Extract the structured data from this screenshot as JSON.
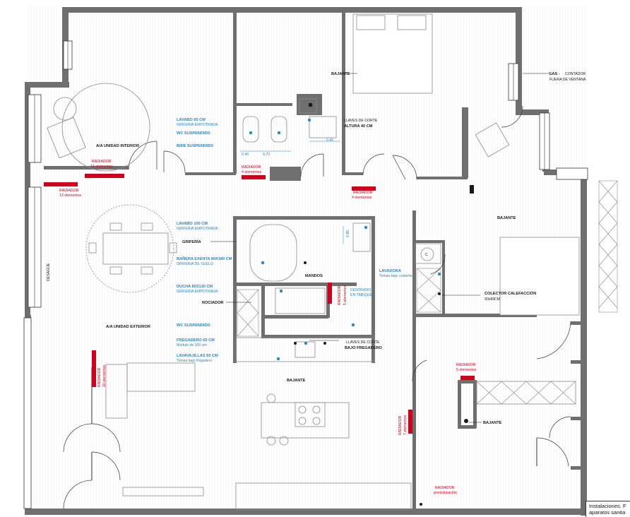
{
  "labels": {
    "bajante_top": "BAJANTE",
    "gas": "GAS -",
    "gas_contador": "CONTADOR",
    "gas_fuera": "FUERA DE VENTANA",
    "llaves_corte_top": "LLAVES DE CORTE",
    "altura_40": "ALTURA 40 CM",
    "lavabo60": "LAVABO 60 CM",
    "griferia_empotrada_1": "GRIFERIA EMPOTRADA",
    "wc_suspendido_1": "WC SUSPENDIDO",
    "bide_suspendido": "BIDE SUSPENDIDO",
    "dim_040": "0.40",
    "dim_070": "0.70",
    "dim_045": "0.45",
    "dim_085": "0.85",
    "aa_interior": "A/A UNIDAD INTERIOR",
    "radiador": "RADIADOR",
    "elem13_a": "13 elementos",
    "elem13_b": "13 elementos",
    "elem4_a": "4 elementos",
    "elem4_b": "4 elementos",
    "bajante_mid": "BAJANTE",
    "lavabo100": "LAVABO 100 CM",
    "griferia_empotrada_2": "GRIFERIA EMPOTRADA",
    "griferia": "GRIFERÍA",
    "banera": "BAÑERA EXENTA 80X180 CM",
    "griferia_suelo": "GRIFERIA DE SUELO",
    "ducha": "DUCHA 80X130 CM",
    "griferia_empotrada_3": "GRIFERIA EMPOTRADA",
    "rociador": "ROCIADOR",
    "mandos": "MANDOS",
    "lavadora": "LAVADORA",
    "tomas_lavadora": "Tomas bajo cubierta",
    "centrado": "CENTRADO",
    "en_tabique": "EN TABIQUE",
    "elem5_a": "5 elementos",
    "colector": "COLECTOR CALEFACCIÓN",
    "colector_dim": "90x89CM",
    "desague": "DESAGÜE",
    "aa_exterior": "A/A UNIDAD EXTERIOR",
    "wc_suspendido_2": "WC SUSPENDIDO",
    "fregadero": "FREGADERO 60 CM",
    "modulo": "Modulo de 100 cm",
    "lavavajillas": "LAVAVAJILLAS 60 CM",
    "tomas_fregadero": "Tomas bajo fregadero",
    "llaves_corte_bottom": "LLAVES DE CORTE",
    "bajo_fregadero": "BAJO FREGADERO",
    "elem10": "10 elementos",
    "elem5_b": "5 elementos",
    "bajante_kitchen": "BAJANTE",
    "elem7": "7 elementos",
    "bajante_right": "BAJANTE",
    "prevision": "previsitalación",
    "symbol_c": "C"
  },
  "legend": {
    "line1": "Instalaciones. F",
    "line2": "aparatos sanita"
  },
  "colors": {
    "wall": "#6f6f6f",
    "blue": "#2a86c8",
    "red": "#d0021b"
  }
}
